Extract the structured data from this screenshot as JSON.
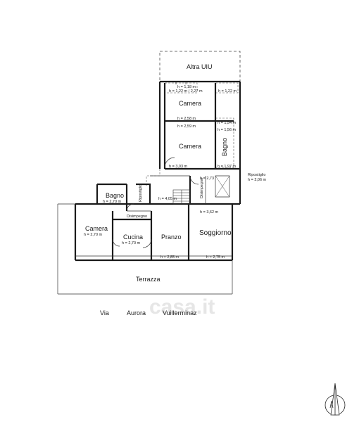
{
  "rooms": {
    "altra_uiu": "Altra UIU",
    "camera_top": "Camera",
    "camera_mid": "Camera",
    "bagno_right": "Bagno",
    "disimpegno_right": "Disimpegno",
    "ripostiglio": "Ripostiglio",
    "bagno_left": "Bagno",
    "disimpegno_left": "Disimpegno",
    "ripostiglio_small": "Ripostiglio",
    "camera_left": "Camera",
    "cucina": "Cucina",
    "pranzo": "Pranzo",
    "soggiorno": "Soggiorno",
    "terrazza": "Terrazza"
  },
  "heights": {
    "h_118": "h = 1,18 m",
    "h_122_227": "h = 1,22 m / 2,27 m",
    "h_122": "h = 1,22 m",
    "h_258": "h = 2,58 m",
    "h_154": "h = 1,54 m",
    "h_259": "h = 2,59 m",
    "h_156": "h = 1,56 m",
    "h_303": "h = 3,03 m",
    "h_197": "h = 1,97 m",
    "h_206": "h = 2,06 m",
    "h_362": "h = 3,62 m",
    "h_405": "h = 4,05 m",
    "h_270_bagno": "h = 2,70 m",
    "h_270_camera": "h = 2,70 m",
    "h_270_cucina": "h = 2,70 m",
    "h_285": "h = 2,85 m",
    "h_275": "h = 2,75 m",
    "h_273": "h = 2,73"
  },
  "street": {
    "via": "Via",
    "aurora": "Aurora",
    "vuillerminaz": "Vuillerminaz"
  },
  "watermark": "casa.it",
  "icons": [
    "north-arrow-icon",
    "stairs-icon"
  ],
  "colors": {
    "wall": "#1a1a1a",
    "line": "#333333",
    "watermark": "#e6e6e6"
  }
}
